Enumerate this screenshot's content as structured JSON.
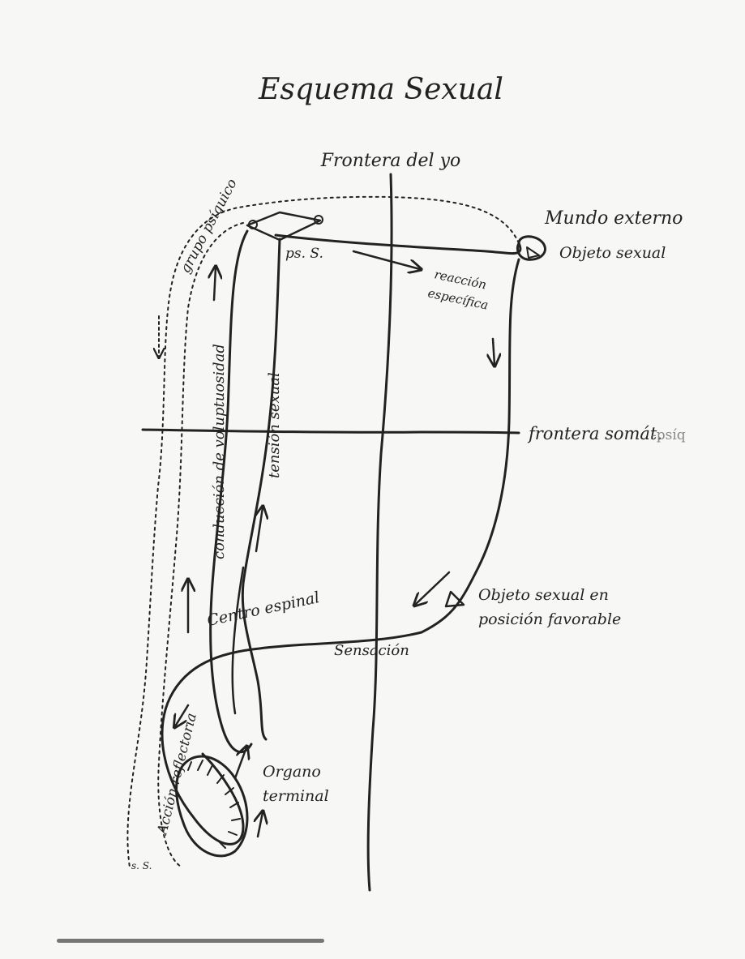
{
  "title": "Esquema Sexual",
  "labels": {
    "ego_boundary": "Frontera del yo",
    "psychic_group": "grupo psíquico",
    "ps_s": "ps. S.",
    "external_world": "Mundo externo",
    "sexual_object": "Objeto sexual",
    "specific_reaction_1": "reacción",
    "specific_reaction_2": "específica",
    "somatic_psychic_boundary_1": "frontera somát.",
    "somatic_psychic_boundary_2": "-psíq",
    "voluptuousness_conduction": "conducción de voluptuosidad",
    "sexual_tension": "tensión sexual",
    "spinal_center": "Centro espinal",
    "favorable_object_1": "Objeto sexual en",
    "favorable_object_2": "posición favorable",
    "sensation": "Sensación",
    "reflex_action": "Acción reflectoria",
    "terminal_organ_1": "Organo",
    "terminal_organ_2": "terminal",
    "s_s": "s. S."
  },
  "colors": {
    "ink": "#222222",
    "paper": "#f7f7f5",
    "faded_text": "#8a8a8a"
  }
}
